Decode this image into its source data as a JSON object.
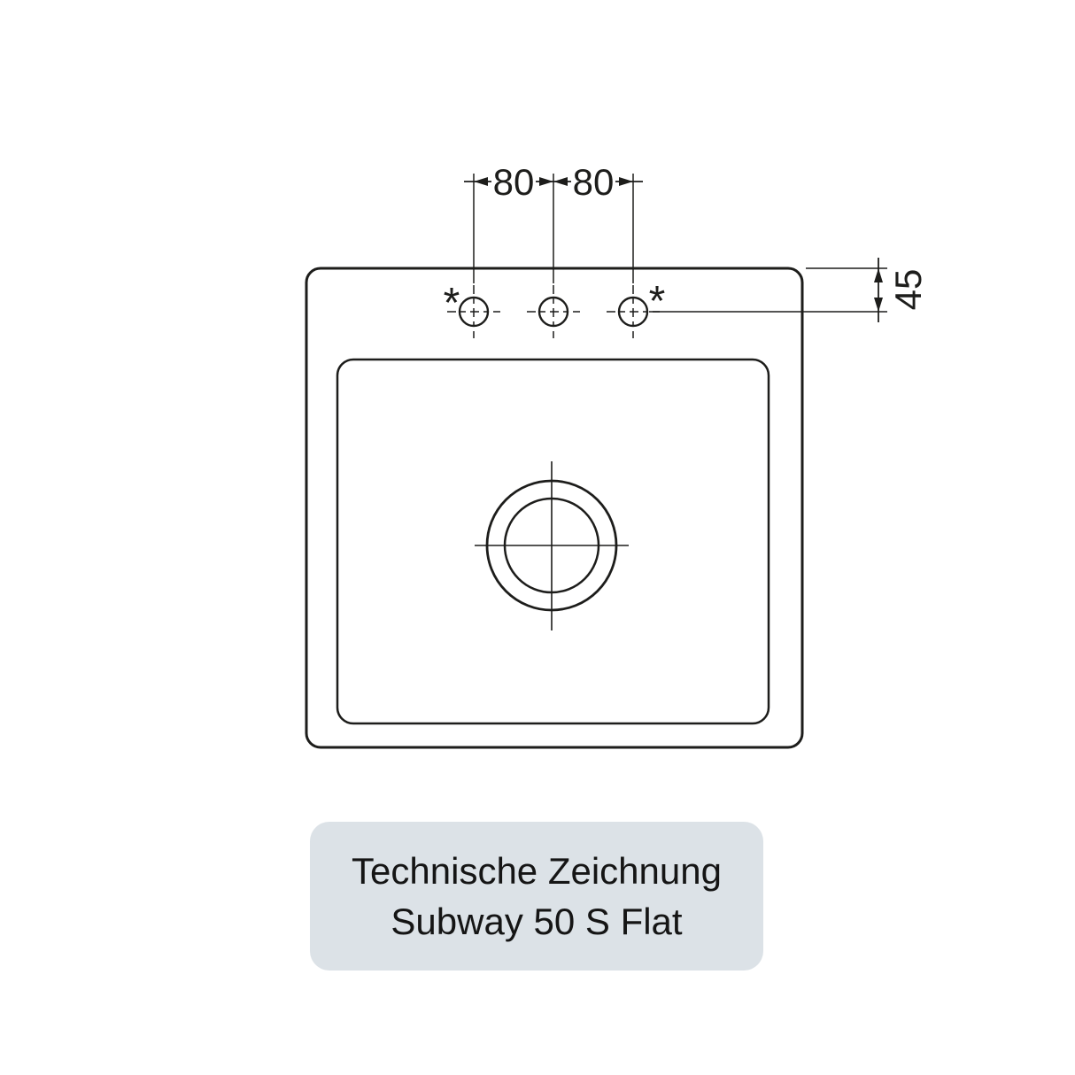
{
  "drawing": {
    "line_color": "#1d1d1b",
    "dims": {
      "hole_spacing_left": "80",
      "hole_spacing_right": "80",
      "top_edge_to_holes": "45"
    },
    "markers": {
      "asterisk_left": "*",
      "asterisk_right": "*"
    }
  },
  "caption": {
    "line1": "Technische Zeichnung",
    "line2": "Subway 50 S Flat",
    "background": "#dce2e7"
  }
}
